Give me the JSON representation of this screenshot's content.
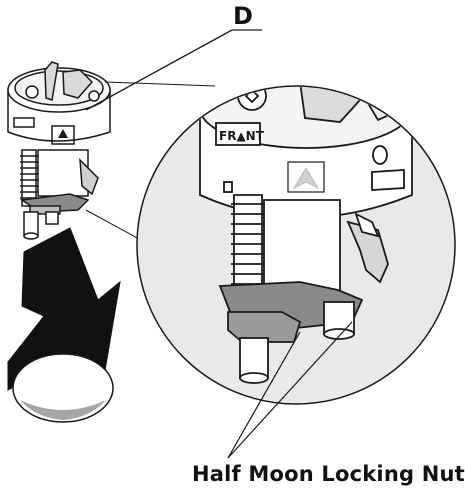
{
  "figure": {
    "callout_letter": "D",
    "bottom_caption": "Half Moon Locking Nuts",
    "front_label": "FR NT",
    "colors": {
      "line": "#1a1a1a",
      "magnifier_fill": "#e9e9e9",
      "part_fill": "#ffffff",
      "nut_fill": "#8a8a8a",
      "arrow_fill": "#111111",
      "hole_fill": "#a6a6a6"
    }
  }
}
